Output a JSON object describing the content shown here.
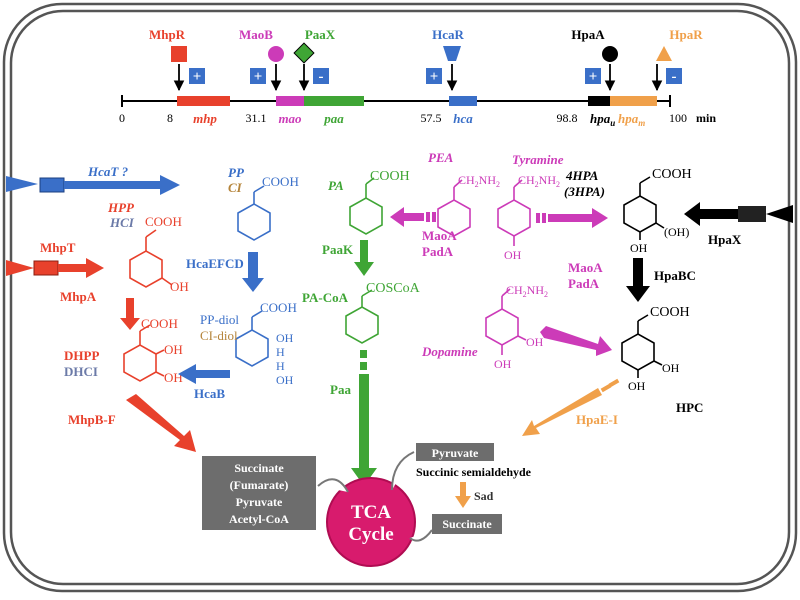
{
  "genome_map": {
    "unit": "min",
    "positions": [
      "0",
      "8",
      "31.1",
      "57.5",
      "98.8",
      "100"
    ],
    "genes": [
      "mhp",
      "mao",
      "paa",
      "hca",
      "hpa",
      "u",
      "hpa",
      "m"
    ],
    "regulators": [
      "MhpR",
      "MaoB",
      "PaaX",
      "HcaR",
      "HpaA",
      "HpaR"
    ],
    "signs": [
      "+",
      "+",
      "-",
      "+",
      "+",
      "-"
    ]
  },
  "transporters": {
    "hcat": "HcaT ?",
    "mhpt": "MhpT",
    "hpax": "HpaX"
  },
  "red_pathway": {
    "hpp": "HPP",
    "hci": "HCI",
    "mhpa": "MhpA",
    "dhpp": "DHPP",
    "dhci": "DHCI",
    "mhpbf": "MhpB-F",
    "cooh1": "COOH",
    "cooh2": "COOH",
    "oh1": "OH",
    "oh2": "OH",
    "oh3": "OH"
  },
  "blue_pathway": {
    "pp": "PP",
    "ci": "CI",
    "hcaefcd": "HcaEFCD",
    "pp_diol": "PP-diol",
    "ci_diol": "CI-diol",
    "hcab": "HcaB",
    "cooh1": "COOH",
    "cooh2": "COOH",
    "oh1": "OH",
    "oh2": "OH",
    "h1": "H",
    "h2": "H"
  },
  "green_pathway": {
    "pa": "PA",
    "paak": "PaaK",
    "pacoa": "PA-CoA",
    "paa": "Paa",
    "cooh": "COOH",
    "coscoa": "COSCoA"
  },
  "magenta_pathway": {
    "pea": "PEA",
    "tyramine": "Tyramine",
    "dopamine": "Dopamine",
    "maoa_pada_1": [
      "MaoA",
      "PadA"
    ],
    "maoa_pada_2": [
      "MaoA",
      "PadA"
    ],
    "ch2nh2": "CH",
    "nh2": "NH",
    "sub2": "2",
    "oh_tyr": "OH",
    "oh_dop1": "OH",
    "oh_dop2": "OH"
  },
  "black_pathway": {
    "hpa4": "4HPA",
    "hpa3": "(3HPA)",
    "hpabc": "HpaBC",
    "hpc": "HPC",
    "cooh1": "COOH",
    "cooh2": "COOH",
    "oh_a": "(OH)",
    "oh_b": "OH",
    "oh_c": "OH",
    "oh_d": "OH"
  },
  "orange_pathway": {
    "hpaei": "HpaE-I",
    "sad": "Sad"
  },
  "boxes": {
    "products": [
      "Succinate",
      "(Fumarate)",
      "Pyruvate",
      "Acetyl-CoA"
    ],
    "pyruvate": "Pyruvate",
    "ssa": "Succinic semialdehyde",
    "succinate": "Succinate",
    "tca": [
      "TCA",
      "Cycle"
    ]
  },
  "colors": {
    "red": "#e8412c",
    "blue": "#3a6fc8",
    "green": "#3fa535",
    "magenta": "#cc3bb8",
    "orange": "#f0a04a",
    "gray_box": "#6d6d6d",
    "tca": "#d81b6d",
    "black": "#000000"
  }
}
